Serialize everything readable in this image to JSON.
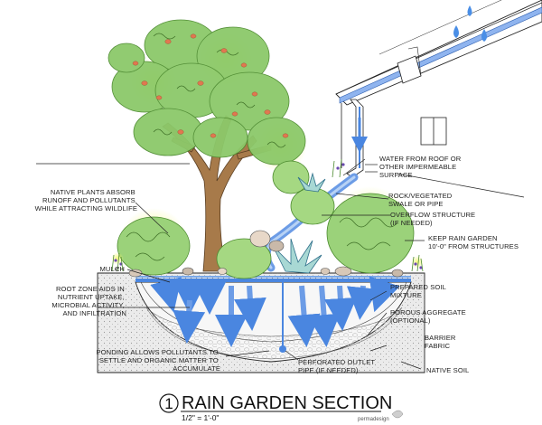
{
  "title": "RAIN GARDEN SECTION",
  "section_number": "1",
  "scale": "1/2\" = 1'-0\"",
  "logo_text": "permadesign",
  "labels": {
    "water_from_roof": [
      "WATER FROM ROOF OR",
      "OTHER IMPERMEABLE",
      "SURFACE"
    ],
    "native_plants": [
      "NATIVE PLANTS ABSORB",
      "RUNOFF AND POLLUTANTS",
      "WHILE ATTRACTING WILDLIFE"
    ],
    "rock_swale": [
      "ROCK/VEGETATED",
      "SWALE OR PIPE"
    ],
    "overflow": [
      "OVERFLOW STRUCTURE",
      "(IF NEEDED)"
    ],
    "keep_distance": [
      "KEEP RAIN GARDEN",
      "10'-0\" FROM STRUCTURES"
    ],
    "mulch": [
      "MULCH"
    ],
    "prepared_soil": [
      "PREPARED SOIL",
      "MIXTURE"
    ],
    "root_zone": [
      "ROOT ZONE AIDS IN",
      "NUTRIENT UPTAKE,",
      "MICROBIAL ACTIVITY,",
      "AND INFILTRATION"
    ],
    "porous_aggregate": [
      "POROUS AGGREGATE",
      "(OPTIONAL)"
    ],
    "barrier_fabric": [
      "BARRIER",
      "FABRIC"
    ],
    "ponding": [
      "PONDING ALLOWS POLLUTANTS TO",
      "SETTLE AND ORGANIC MATTER TO",
      "ACCUMULATE"
    ],
    "perforated_pipe": [
      "PERFORATED OUTLET",
      "PIPE (IF NEEDED)"
    ],
    "native_soil": [
      "NATIVE SOIL"
    ]
  },
  "colors": {
    "foliage": "#8cc96a",
    "foliage_dark": "#5a9a3c",
    "glow": "#e8f060",
    "fruit": "#e07850",
    "trunk": "#a87848",
    "water": "#4a86e0",
    "water_light": "#a8c8f0",
    "soil": "#e8e8e8",
    "aggregate": "#f2f2f2"
  }
}
